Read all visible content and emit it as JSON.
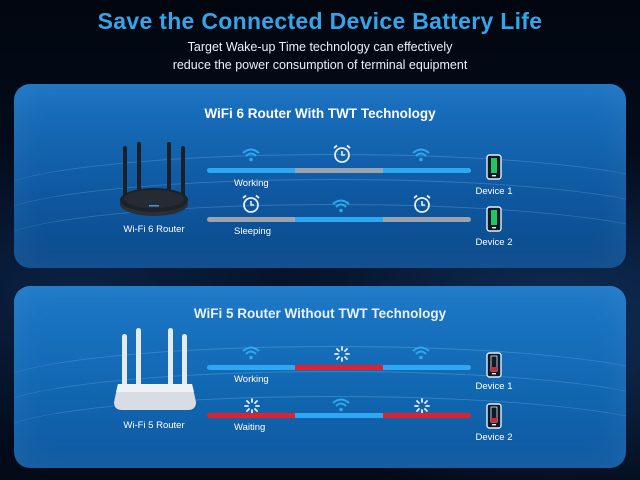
{
  "header": {
    "title": "Save the Connected Device Battery Life",
    "subtitle_line1": "Target Wake-up Time technology can effectively",
    "subtitle_line2": "reduce the power consumption  of  terminal  equipment"
  },
  "panel_wifi6": {
    "title": "WiFi 6 Router With TWT Technology",
    "router_label": "Wi-Fi 6 Router",
    "row1_label": "Working",
    "row2_label": "Sleeping",
    "device1_label": "Device 1",
    "device2_label": "Device 2",
    "row1_icons": [
      "wifi-icon",
      "alarm-clock-icon",
      "wifi-icon"
    ],
    "row2_icons": [
      "alarm-clock-icon",
      "wifi-icon",
      "alarm-clock-icon"
    ],
    "device_battery": "full-green"
  },
  "panel_wifi5": {
    "title": "WiFi 5 Router Without TWT Technology",
    "router_label": "Wi-Fi 5 Router",
    "row1_label": "Working",
    "row2_label": "Waiting",
    "device1_label": "Device 1",
    "device2_label": "Device 2",
    "row1_icons": [
      "wifi-icon",
      "loading-spinner-icon",
      "wifi-icon"
    ],
    "row2_icons": [
      "loading-spinner-icon",
      "wifi-icon",
      "loading-spinner-icon"
    ],
    "device_battery": "low-red"
  },
  "colors": {
    "title": "#35a4ea",
    "active_segment": "#2fa8f2",
    "sleep_segment": "#9aa3ae",
    "wait_segment": "#e3202e",
    "battery_full": "#22c55e",
    "battery_low": "#e3202e"
  }
}
